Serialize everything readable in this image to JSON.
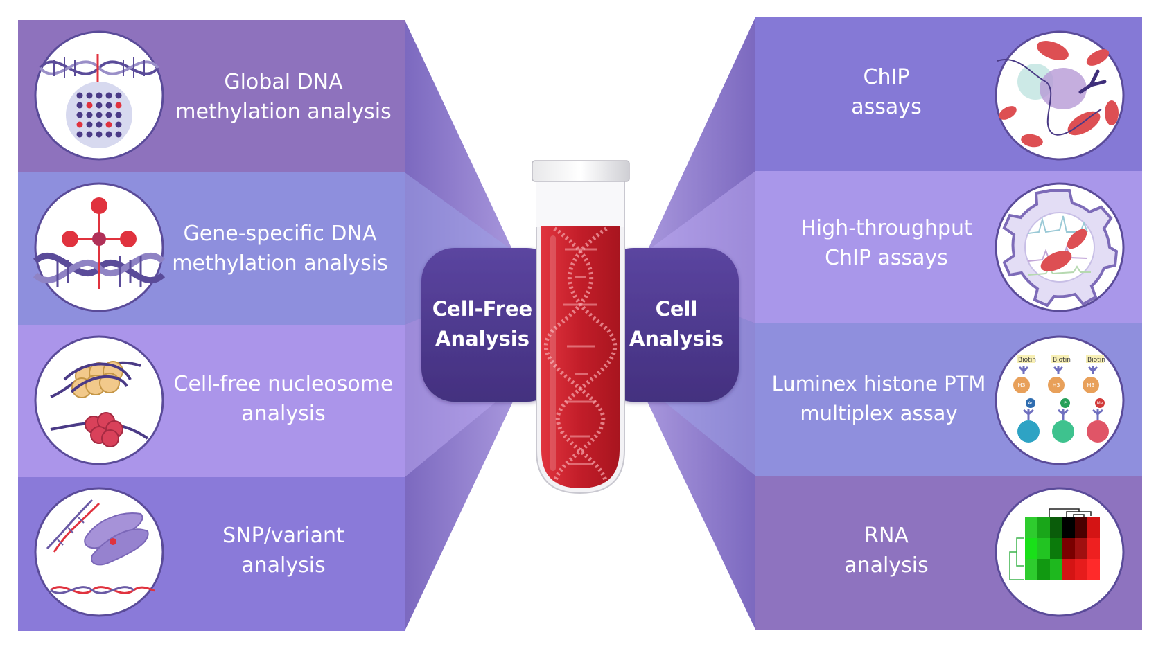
{
  "left_panels": [
    {
      "line1": "Global DNA",
      "line2": "methylation analysis",
      "icon": "dna-methylation-grid-icon"
    },
    {
      "line1": "Gene-specific DNA",
      "line2": "methylation analysis",
      "icon": "methyl-group-dna-icon"
    },
    {
      "line1": "Cell-free nucleosome",
      "line2": "analysis",
      "icon": "nucleosome-icon"
    },
    {
      "line1": "SNP/variant",
      "line2": "analysis",
      "icon": "chromosome-dna-icon"
    }
  ],
  "right_panels": [
    {
      "line1": "ChIP",
      "line2": "assays",
      "icon": "chromatin-antibody-icon"
    },
    {
      "line1": "High-throughput",
      "line2": "ChIP assays",
      "icon": "gear-chip-icon"
    },
    {
      "line1": "Luminex histone PTM",
      "line2": "multiplex assay",
      "icon": "luminex-beads-icon"
    },
    {
      "line1": "RNA",
      "line2": "analysis",
      "icon": "heatmap-icon"
    }
  ],
  "center": {
    "left_label": {
      "line1": "Cell-Free",
      "line2": "Analysis"
    },
    "right_label": {
      "line1": "Cell",
      "line2": "Analysis"
    }
  },
  "luminex_labels": {
    "biotin": "Biotin",
    "h3": "H3",
    "ac": "Ac",
    "p": "P",
    "me": "Me"
  },
  "colors": {
    "panel_1": "#8e72bd",
    "panel_2": "#8e8fdd",
    "panel_3": "#ab95ea",
    "panel_4": "#8a7ad9",
    "right_1": "#8579d6",
    "right_2": "#a997ea",
    "right_3": "#8f8fdd",
    "right_4": "#8e73bf",
    "center_pill": "#4f3a92",
    "tube_blood": "#c8222d",
    "methyl_red": "#e0323e",
    "dna_purple": "#4a3a86"
  }
}
